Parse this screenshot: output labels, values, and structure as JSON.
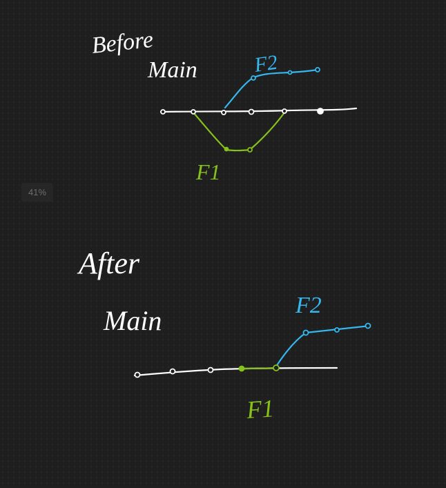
{
  "zoom_label": "41%",
  "colors": {
    "background": "#1f1f1f",
    "main": "#ffffff",
    "f2": "#35b8f0",
    "f1": "#86c21b"
  },
  "sections": [
    {
      "id": "before",
      "heading": "Before",
      "labels": {
        "main": "Main",
        "f2": "F2",
        "f1": "F1"
      }
    },
    {
      "id": "after",
      "heading": "After",
      "labels": {
        "main": "Main",
        "f2": "F2",
        "f1": "F1"
      }
    }
  ]
}
